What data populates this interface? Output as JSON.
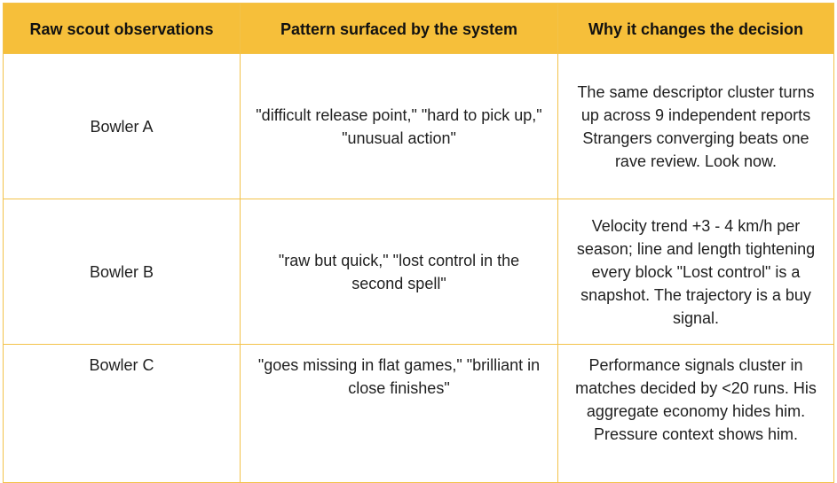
{
  "table": {
    "headers": [
      "Raw scout observations",
      "Pattern surfaced by the system",
      "Why it changes the decision"
    ],
    "rows": [
      {
        "name": "Bowler A",
        "pattern": "\"difficult release point,\" \"hard to pick up,\" \"unusual action\"",
        "why": "The same descriptor cluster turns up across 9 independent reports  Strangers converging beats one rave review. Look now."
      },
      {
        "name": "Bowler B",
        "pattern": "\"raw but quick,\" \"lost control in the second spell\"",
        "why": "Velocity trend +3 - 4 km/h per season; line and length tightening every block    \"Lost control\" is a snapshot. The trajectory is a buy signal."
      },
      {
        "name": "Bowler C",
        "pattern": "\"goes missing in flat games,\" \"brilliant in close finishes\"",
        "why": "Performance signals cluster in matches decided by <20 runs. His aggregate economy hides him. Pressure context shows him."
      }
    ]
  },
  "colors": {
    "header_bg": "#f6bf3a",
    "border": "#f3c24a"
  }
}
